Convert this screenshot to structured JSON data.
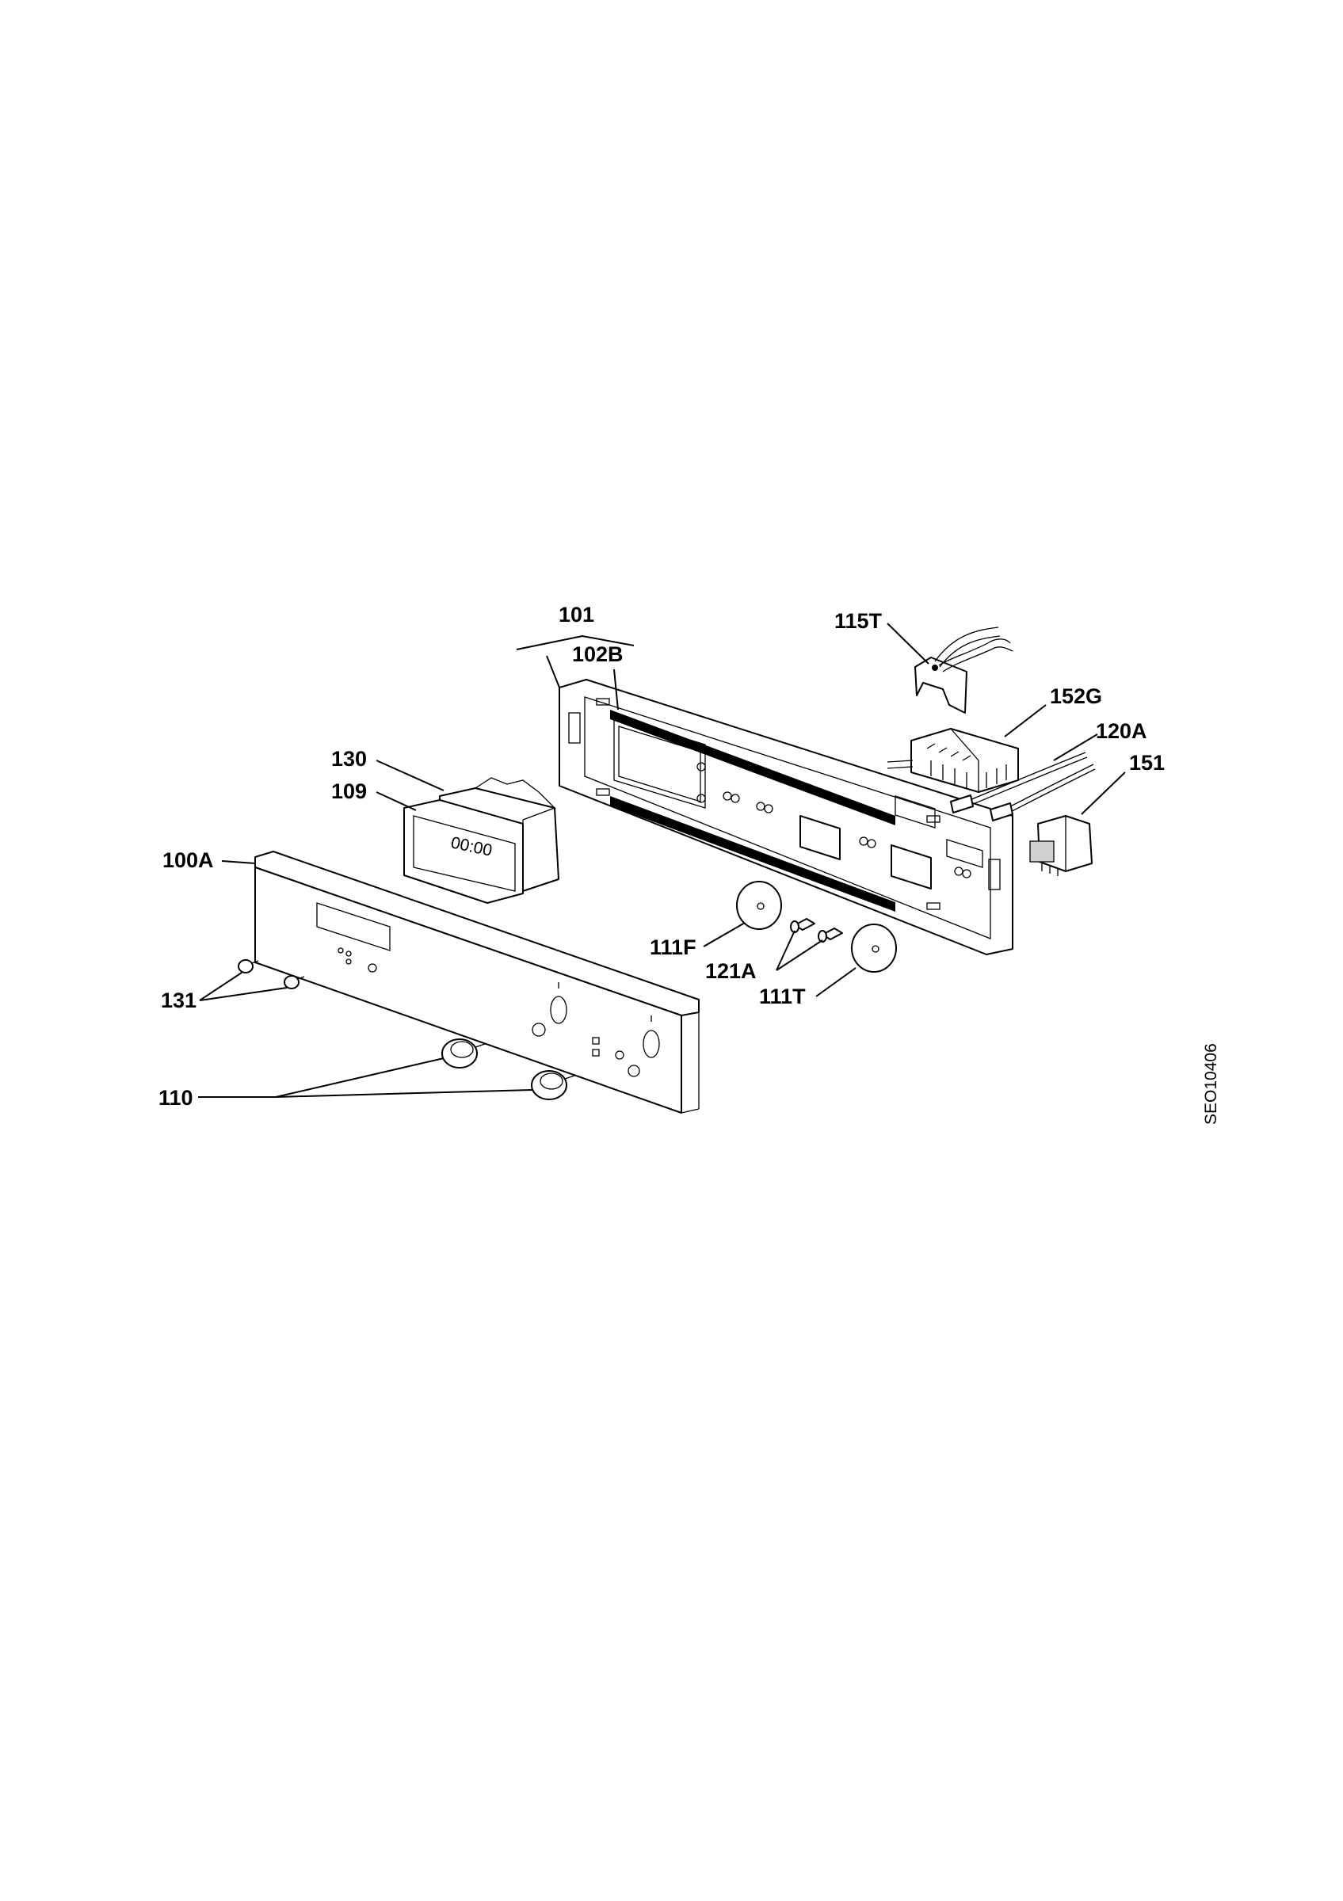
{
  "diagram": {
    "drawing_code": "SEO10406",
    "callouts": [
      {
        "id": "101",
        "text": "101"
      },
      {
        "id": "102B",
        "text": "102B"
      },
      {
        "id": "115T",
        "text": "115T"
      },
      {
        "id": "152G",
        "text": "152G"
      },
      {
        "id": "120A",
        "text": "120A"
      },
      {
        "id": "151",
        "text": "151"
      },
      {
        "id": "130",
        "text": "130"
      },
      {
        "id": "109",
        "text": "109"
      },
      {
        "id": "100A",
        "text": "100A"
      },
      {
        "id": "111F",
        "text": "111F"
      },
      {
        "id": "121A",
        "text": "121A"
      },
      {
        "id": "111T",
        "text": "111T"
      },
      {
        "id": "131",
        "text": "131"
      },
      {
        "id": "110",
        "text": "110"
      }
    ]
  }
}
